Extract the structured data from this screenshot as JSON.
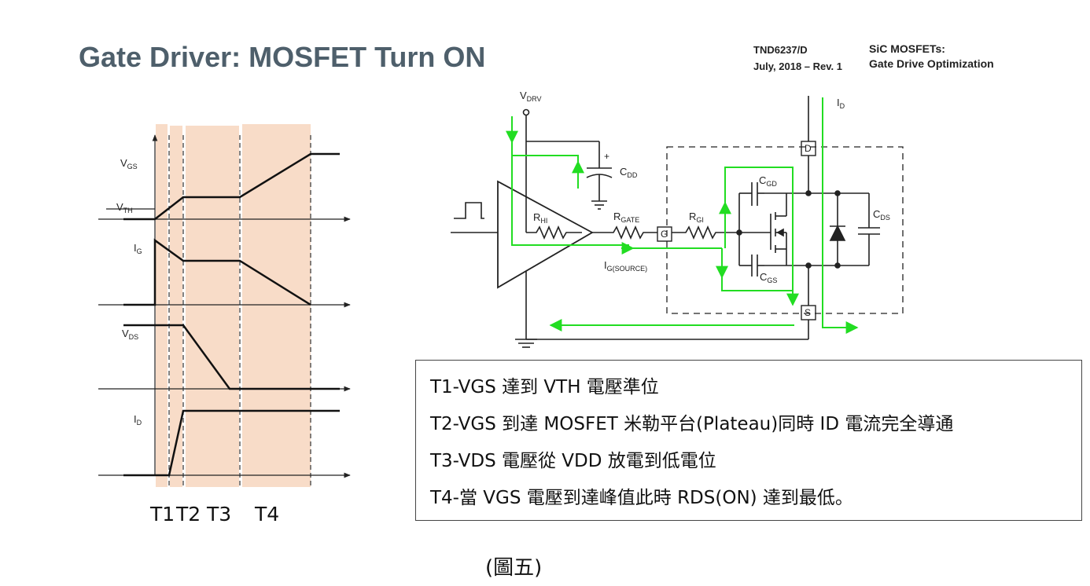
{
  "slide": {
    "title": "Gate Driver: MOSFET Turn ON",
    "doc_number": "TND6237/D",
    "doc_date": "July, 2018 – Rev. 1",
    "doc_topic_line1": "SiC MOSFETs:",
    "doc_topic_line2": "Gate Drive Optimization",
    "caption": "(圖五)"
  },
  "waveform": {
    "vgs": {
      "main": "V",
      "sub": "GS"
    },
    "vth": {
      "main": "V",
      "sub": "TH"
    },
    "ig": {
      "main": "I",
      "sub": "G"
    },
    "vds": {
      "main": "V",
      "sub": "DS"
    },
    "id": {
      "main": "I",
      "sub": "D"
    },
    "t_label_1": "T1",
    "t_label_2": "T2",
    "t_label_3": "T3",
    "t_label_4": "T4"
  },
  "circuit": {
    "vdrv": {
      "main": "V",
      "sub": "DRV"
    },
    "cdd": {
      "main": "C",
      "sub": "DD"
    },
    "rhi": {
      "main": "R",
      "sub": "HI"
    },
    "rgate": {
      "main": "R",
      "sub": "GATE"
    },
    "rgi": {
      "main": "R",
      "sub": "GI"
    },
    "igsource": {
      "main": "I",
      "sub": "G(SOURCE)"
    },
    "cgd": {
      "main": "C",
      "sub": "GD"
    },
    "cgs": {
      "main": "C",
      "sub": "GS"
    },
    "cds": {
      "main": "C",
      "sub": "DS"
    },
    "id": {
      "main": "I",
      "sub": "D"
    },
    "pin_g": "G",
    "pin_d": "D",
    "pin_s": "S",
    "cap_plus": "+"
  },
  "notes": [
    "T1-VGS 達到 VTH 電壓準位",
    "T2-VGS 到達 MOSFET 米勒平台(Plateau)同時 ID 電流完全導通",
    "T3-VDS 電壓從 VDD 放電到低電位",
    "T4-當 VGS 電壓到達峰值此時 RDS(ON) 達到最低。"
  ],
  "colors": {
    "title": "#4e5f6b",
    "phase_shade": "#f8dcc8",
    "current_path": "#22dd22"
  }
}
